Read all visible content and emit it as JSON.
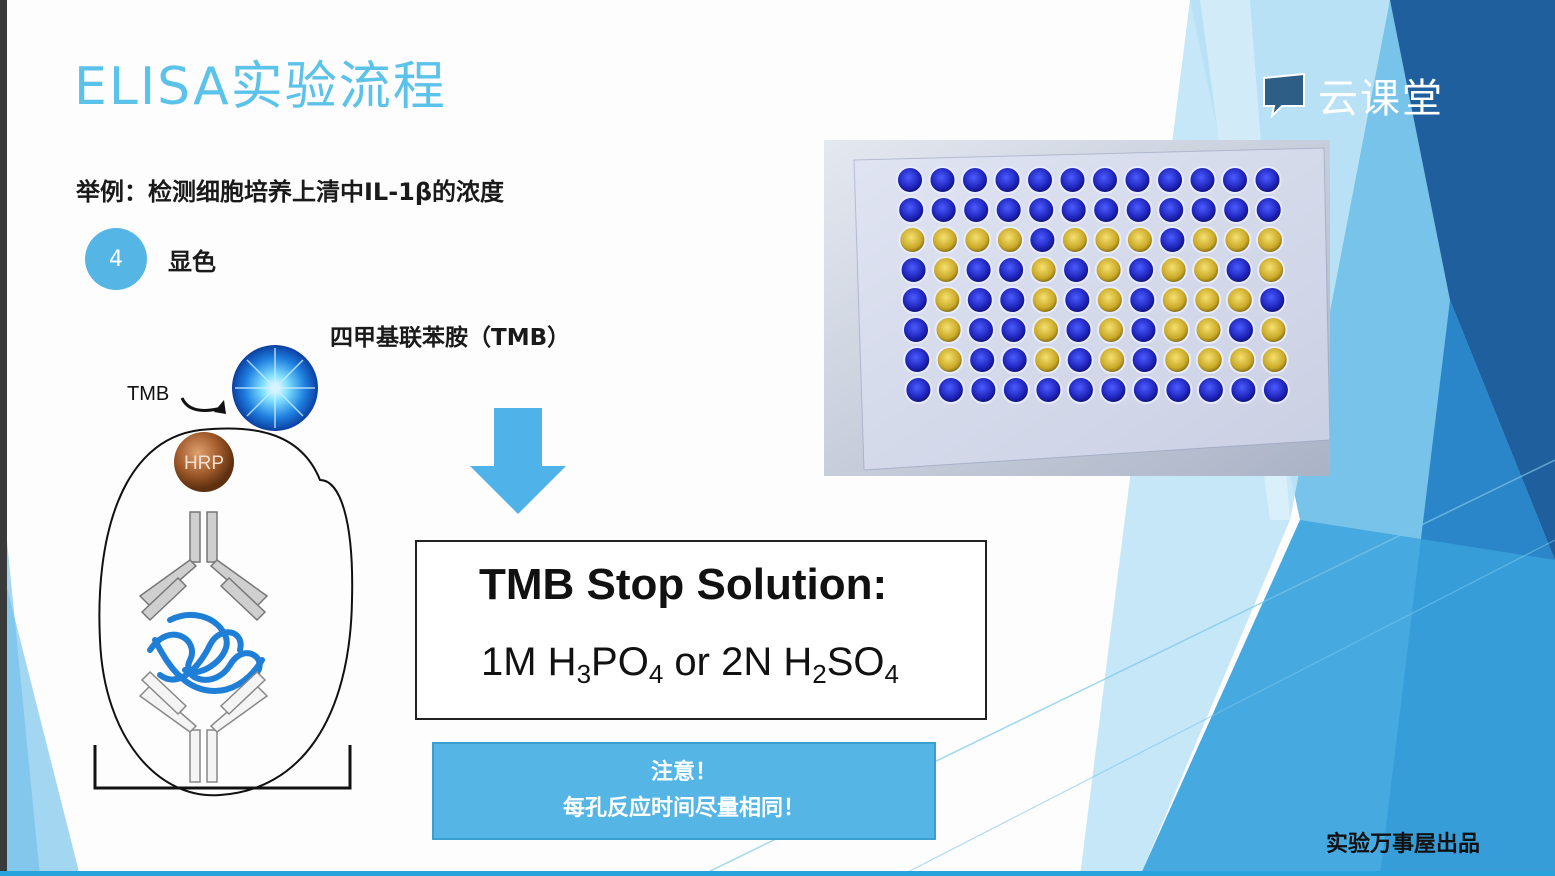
{
  "slide": {
    "title": "ELISA实验流程",
    "example": "举例：检测细胞培养上清中IL-1β的浓度",
    "step_number": "4",
    "step_label": "显色",
    "tmb_label": "四甲基联苯胺（TMB）"
  },
  "diagram": {
    "tmb_text": "TMB",
    "hrp_text": "HRP"
  },
  "stop_solution": {
    "title": "TMB Stop Solution:",
    "formula_parts": [
      "1M H",
      "3",
      "PO",
      "4",
      " or 2N H",
      "2",
      "SO",
      "4"
    ]
  },
  "note": {
    "line1": "注意！",
    "line2": "每孔反应时间尽量相同！"
  },
  "logo": {
    "text": "云课堂",
    "icon": "chat-bubble-icon"
  },
  "credit": "实验万事屋出品",
  "colors": {
    "title": "#5bc2ea",
    "accent": "#55b6e6",
    "dark_blue": "#1f5f9e"
  },
  "plate": {
    "description_rows": 8,
    "description_cols": 12,
    "yellow_pattern": [
      "000000000000",
      "000000000000",
      "111101110111",
      "010010101101",
      "010010101110",
      "010010101101",
      "010010101111",
      "000000000000"
    ]
  }
}
